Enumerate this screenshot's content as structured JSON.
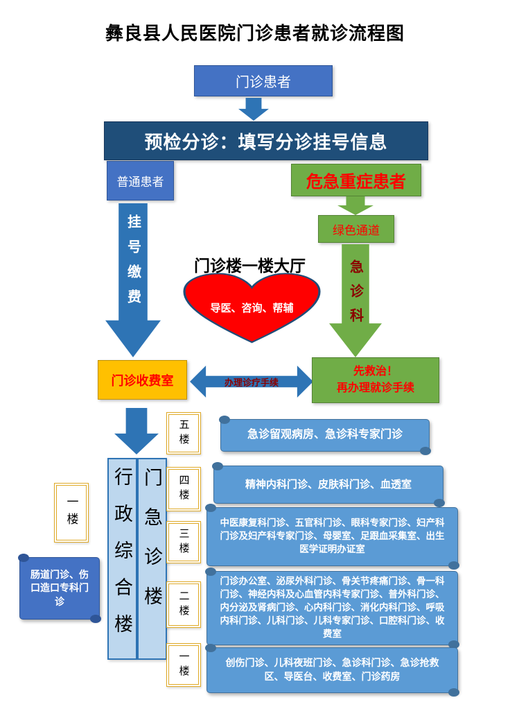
{
  "title": "彝良县人民医院门诊患者就诊流程图",
  "flow": {
    "patient": "门诊患者",
    "triage": "预检分诊：填写分诊挂号信息",
    "ordinary": "普通患者",
    "critical": "危急重症患者",
    "green_channel": "绿色通道",
    "register_pay": "挂号缴费",
    "lobby": "门诊楼一楼大厅",
    "heart": "导医、咨询、帮辅",
    "er_dept": "急诊科",
    "toll_room": "门诊收费室",
    "procedure": "办理诊疗手续",
    "treat_line1": "先救治！",
    "treat_line2": "再办理就诊手续"
  },
  "buildings": {
    "admin": "行政综合楼",
    "outpatient_er": "门急诊楼"
  },
  "left_wing": {
    "floor": "一楼",
    "clinics": "肠道门诊、伤口造口专科门诊"
  },
  "floors": [
    {
      "label": "五楼",
      "clinics": "急诊留观病房、急诊科专家门诊"
    },
    {
      "label": "四楼",
      "clinics": "精神内科门诊、皮肤科门诊、血透室"
    },
    {
      "label": "三楼",
      "clinics": "中医康复科门诊、五官科门诊、眼科专家门诊、妇产科门诊及妇产科专家门诊、母婴室、足跟血采集室、出生医学证明办证室"
    },
    {
      "label": "二楼",
      "clinics": "门诊办公室、泌尿外科门诊、骨关节疼痛门诊、骨一科门诊、神经内科及心血管内科专家门诊、普外科门诊、内分泌及肾病门诊、心内科门诊、消化内科门诊、呼吸内科门诊、儿科门诊、儿科专家门诊、口腔科门诊、收费室"
    },
    {
      "label": "一楼",
      "clinics": "创伤门诊、儿科夜班门诊、急诊科门诊、急诊抢救区、导医台、收费室、门诊药房"
    }
  ],
  "colors": {
    "box_blue": "#4472C4",
    "banner_dark_blue": "#1F4E79",
    "arrow_blue": "#2E74B5",
    "green": "#70AD47",
    "orange": "#FFC000",
    "red_text": "#FF0000",
    "dark_red_text": "#8B0000",
    "scroll_blue": "#5B9BD5",
    "building_fill": "#BDD7EE",
    "frame_gold": "#DFA926",
    "heart_red": "#FF0000"
  }
}
